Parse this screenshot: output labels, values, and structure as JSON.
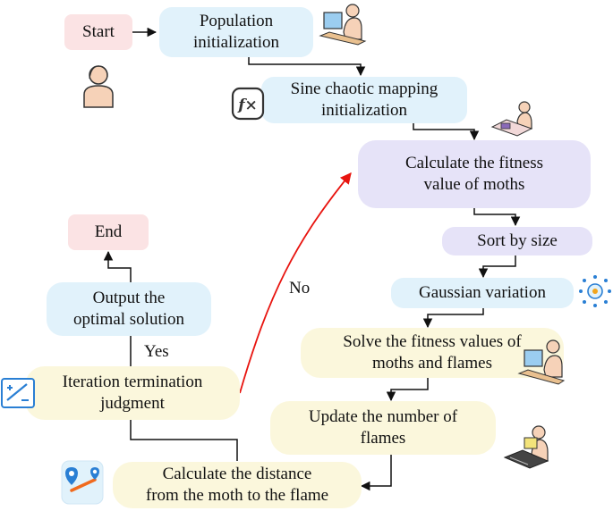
{
  "nodes": {
    "start": "Start",
    "population_init": [
      "Population",
      "initialization"
    ],
    "sine_init": [
      "Sine chaotic mapping",
      "initialization"
    ],
    "fitness": [
      "Calculate the fitness",
      "value of moths"
    ],
    "sort": "Sort by size",
    "gaussian": "Gaussian variation",
    "solve": [
      "Solve the fitness values of",
      "moths and flames"
    ],
    "update": [
      "Update the number of",
      "flames"
    ],
    "distance": [
      "Calculate the distance",
      "from the moth to the flame"
    ],
    "iteration": [
      "Iteration termination",
      "judgment"
    ],
    "output": [
      "Output the",
      "optimal solution"
    ],
    "end": "End"
  },
  "edge_labels": {
    "yes": "Yes",
    "no": "No"
  },
  "icon_text": {
    "fx": "f×"
  },
  "colors": {
    "start_end": "#fbe3e4",
    "init": "#e1f2fb",
    "fitness": "#e6e3f8",
    "step": "#fbf7dc",
    "no_arrow": "#e8140f"
  }
}
